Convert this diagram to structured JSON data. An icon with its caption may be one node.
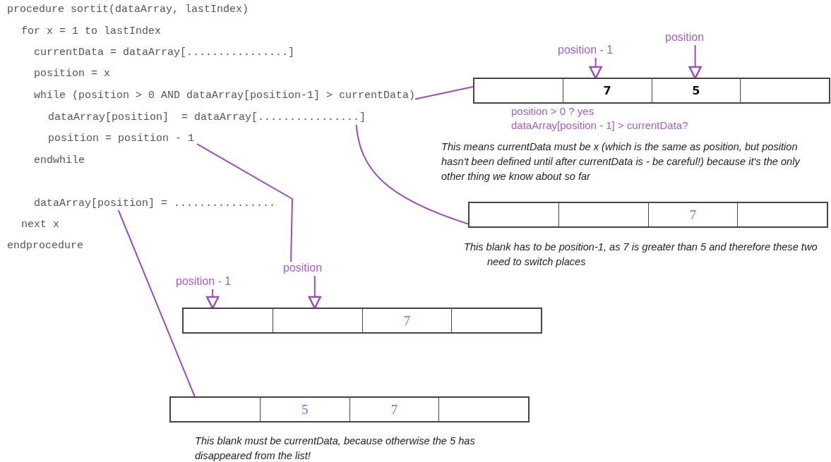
{
  "diagram": {
    "nodes": [
      {
        "text": [
          "while (position > 0 AND dataArray[position-1] > currentData)"
        ]
      },
      {
        "text": [
          "dataArray[position]  = dataArray[................]"
        ]
      },
      {
        "text": [
          "position = position - 1"
        ]
      },
      {
        "text": [
          "dataArray[position] = ................"
        ]
      },
      {
        "text": [
          "position"
        ]
      },
      {
        "text": [
          "position - 1"
        ]
      },
      {
        "text": [],
        "shape": "box"
      },
      {
        "text": [],
        "shape": "box",
        "in": 6
      },
      {
        "text": [
          "7"
        ],
        "in": 6
      },
      {
        "text": [
          "5"
        ],
        "in": 6
      },
      {
        "text": [],
        "shape": "box",
        "in": 6
      },
      {
        "text": [],
        "shape": "box"
      },
      {
        "text": [],
        "shape": "box",
        "in": 11
      },
      {
        "text": [],
        "shape": "box",
        "in": 11
      },
      {
        "text": [
          "7"
        ],
        "in": 11
      },
      {
        "text": [],
        "shape": "box",
        "in": 11
      },
      {
        "text": [
          "position"
        ]
      },
      {
        "text": [
          "position - 1"
        ]
      },
      {
        "text": [],
        "shape": "box"
      },
      {
        "text": [],
        "shape": "box",
        "in": 18
      },
      {
        "text": [],
        "shape": "box",
        "in": 18
      },
      {
        "text": [
          "7"
        ],
        "in": 18
      },
      {
        "text": [],
        "shape": "box",
        "in": 18
      },
      {
        "text": [],
        "shape": "box"
      },
      {
        "text": [],
        "shape": "box",
        "in": 23
      },
      {
        "text": [
          "5"
        ],
        "in": 23
      },
      {
        "text": [
          "7"
        ],
        "in": 23
      },
      {
        "text": [],
        "shape": "box",
        "in": 23
      }
    ],
    "edges": [
      {
        "from": 0,
        "to": 6,
        "arrow": "none"
      },
      {
        "from": 1,
        "to": 11,
        "arrow": "none"
      },
      {
        "from": 2,
        "to": 16,
        "arrow": "none"
      },
      {
        "from": 3,
        "to": 23,
        "arrow": "none"
      },
      {
        "from": 4,
        "to": 9,
        "arrow": "to"
      },
      {
        "from": 5,
        "to": 8,
        "arrow": "to"
      },
      {
        "from": 16,
        "to": 20,
        "arrow": "to"
      },
      {
        "from": 17,
        "to": 19,
        "arrow": "to"
      }
    ],
    "labels": [
      "procedure sortit(dataArray, lastIndex)",
      "for x = 1 to lastIndex",
      "currentData = dataArray[................]",
      "position = x",
      "endwhile",
      "next x",
      "endprocedure",
      "position > 0 ? yes",
      "dataArray[position -  1] > currentData?",
      "This means currentData must be x (which is the same as position, but position hasn't been defined until after currentData is - be careful!) because it's the only other thing we know about so far",
      "This blank has to be position-1, as 7 is greater than 5 and therefore these two need to switch places",
      "This blank must be currentData, because otherwise the 5 has disappeared from the list!"
    ]
  }
}
